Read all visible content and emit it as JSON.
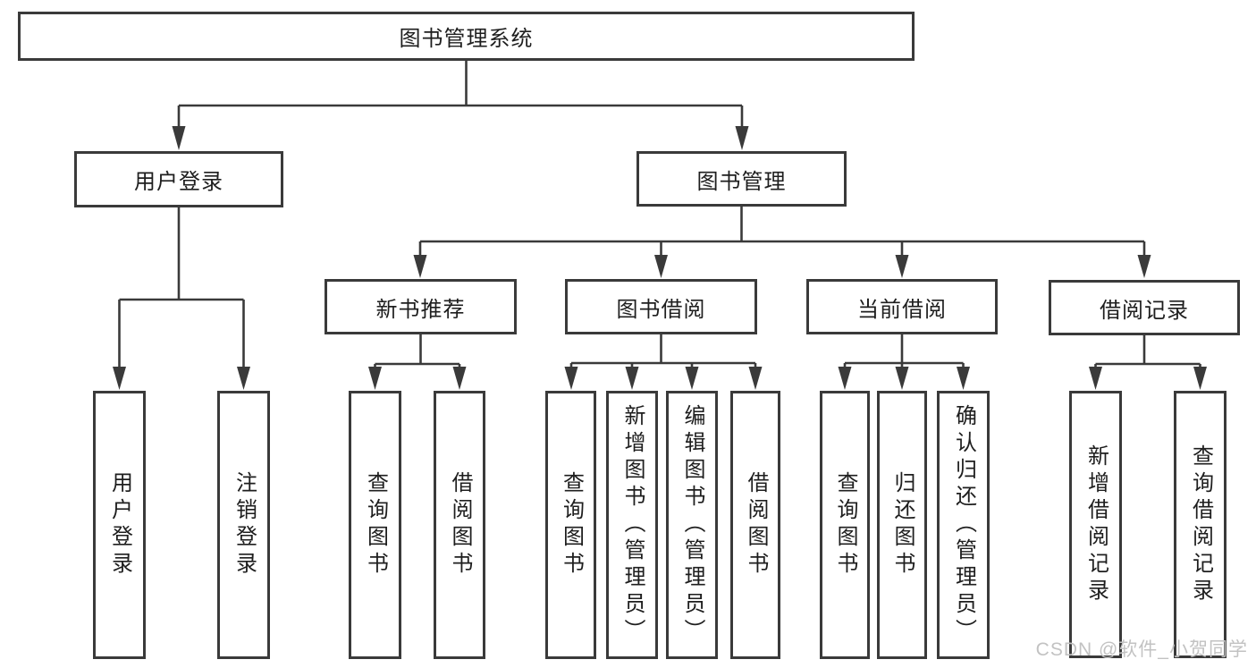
{
  "colors": {
    "line": "#3a3a3a",
    "box_border": "#3a3a3a",
    "text": "#1e1e1e",
    "watermark": "#c2c2c2",
    "background": "#ffffff"
  },
  "tree": {
    "label": "图书管理系统",
    "children": [
      {
        "label": "用户登录",
        "children": [
          {
            "label": "用户登录"
          },
          {
            "label": "注销登录"
          }
        ]
      },
      {
        "label": "图书管理",
        "children": [
          {
            "label": "新书推荐",
            "children": [
              {
                "label": "查询图书"
              },
              {
                "label": "借阅图书"
              }
            ]
          },
          {
            "label": "图书借阅",
            "children": [
              {
                "label": "查询图书"
              },
              {
                "label": "新增图书（管理员）"
              },
              {
                "label": "编辑图书（管理员）"
              },
              {
                "label": "借阅图书"
              }
            ]
          },
          {
            "label": "当前借阅",
            "children": [
              {
                "label": "查询图书"
              },
              {
                "label": "归还图书"
              },
              {
                "label": "确认归还（管理员）"
              }
            ]
          },
          {
            "label": "借阅记录",
            "children": [
              {
                "label": "新增借阅记录"
              },
              {
                "label": "查询借阅记录"
              }
            ]
          }
        ]
      }
    ]
  },
  "watermark": {
    "text": "CSDN @软件_小贺同学"
  }
}
